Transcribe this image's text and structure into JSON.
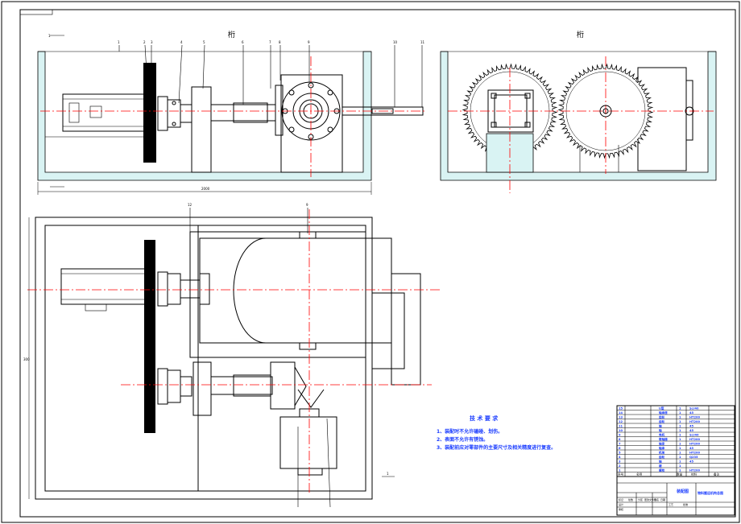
{
  "drawing": {
    "view_labels": {
      "front_view": "桁",
      "side_view": "桁"
    },
    "dimensions": {
      "front_width": "2000",
      "front_height": "1",
      "plan_height": "300",
      "plan_side": "1"
    },
    "balloon_labels": [
      "1",
      "2",
      "3",
      "4",
      "5",
      "6",
      "7",
      "8",
      "9",
      "10",
      "11",
      "12"
    ],
    "technical_requirements": {
      "title": "技 术 要 求",
      "items": [
        "1、装配时不允许磕碰、划伤。",
        "2、表面不允许有锈蚀。",
        "3、装配前应对零部件的主要尺寸及相关精度进行复查。"
      ]
    },
    "bom": {
      "rows": [
        {
          "no": "15",
          "name": "U型",
          "qty": "1",
          "mat": "Scr40"
        },
        {
          "no": "14",
          "name": "轴承座",
          "qty": "1",
          "mat": "45"
        },
        {
          "no": "13",
          "name": "齿轮",
          "qty": "1",
          "mat": "HT200"
        },
        {
          "no": "12",
          "name": "齿轮",
          "qty": "1",
          "mat": "HT200"
        },
        {
          "no": "11",
          "name": "轴",
          "qty": "1",
          "mat": "45"
        },
        {
          "no": "10",
          "name": "轴",
          "qty": "1",
          "mat": "45"
        },
        {
          "no": "9",
          "name": "电机",
          "qty": "1",
          "mat": "Scr40"
        },
        {
          "no": "8",
          "name": "联轴器",
          "qty": "1",
          "mat": "HT200"
        },
        {
          "no": "7",
          "name": "轴承",
          "qty": "1",
          "mat": "HT200"
        },
        {
          "no": "6",
          "name": "轴承",
          "qty": "1",
          "mat": "45"
        },
        {
          "no": "5",
          "name": "机架",
          "qty": "1",
          "mat": "HT200"
        },
        {
          "no": "4",
          "name": "齿轮",
          "qty": "1",
          "mat": "Q235"
        },
        {
          "no": "3",
          "name": "轴",
          "qty": "1",
          "mat": "45"
        },
        {
          "no": "2",
          "name": "键",
          "qty": "1",
          "mat": ""
        },
        {
          "no": "1",
          "name": "螺栓",
          "qty": "1",
          "mat": "HT200"
        }
      ],
      "header": [
        "序号",
        "名称",
        "数量",
        "材料",
        "备注"
      ]
    },
    "title_block": {
      "drawing_name": "装配图",
      "project": "物料搬运机构总图",
      "labels": [
        "标记",
        "处数",
        "分区",
        "更改文件号",
        "签名",
        "日期",
        "设计",
        "审核",
        "工艺",
        "批准"
      ]
    },
    "colors": {
      "line": "#000000",
      "centerline": "#ff0000",
      "wall_fill": "#d9f3f3",
      "text_blue": "#1a3cff"
    }
  }
}
